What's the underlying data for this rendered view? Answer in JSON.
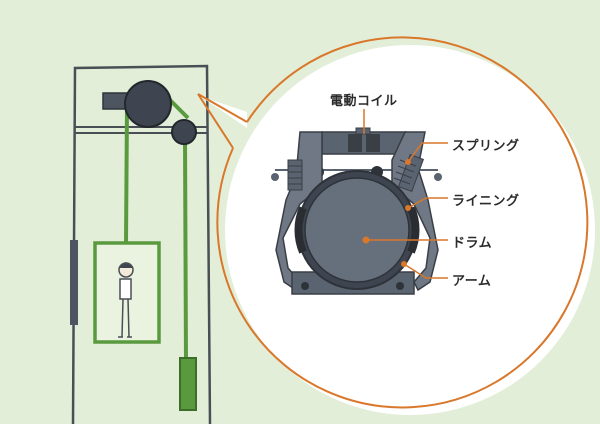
{
  "colors": {
    "background": "#e2eed8",
    "accent_orange": "#d9772a",
    "machine_gray": "#5a6370",
    "machine_light": "#6f7884",
    "cable_green": "#5a9a3f",
    "outline_dark": "#3a3f46"
  },
  "labels": {
    "coil": "電動コイル",
    "spring": "スプリング",
    "lining": "ライニング",
    "drum": "ドラム",
    "arm": "アーム"
  }
}
